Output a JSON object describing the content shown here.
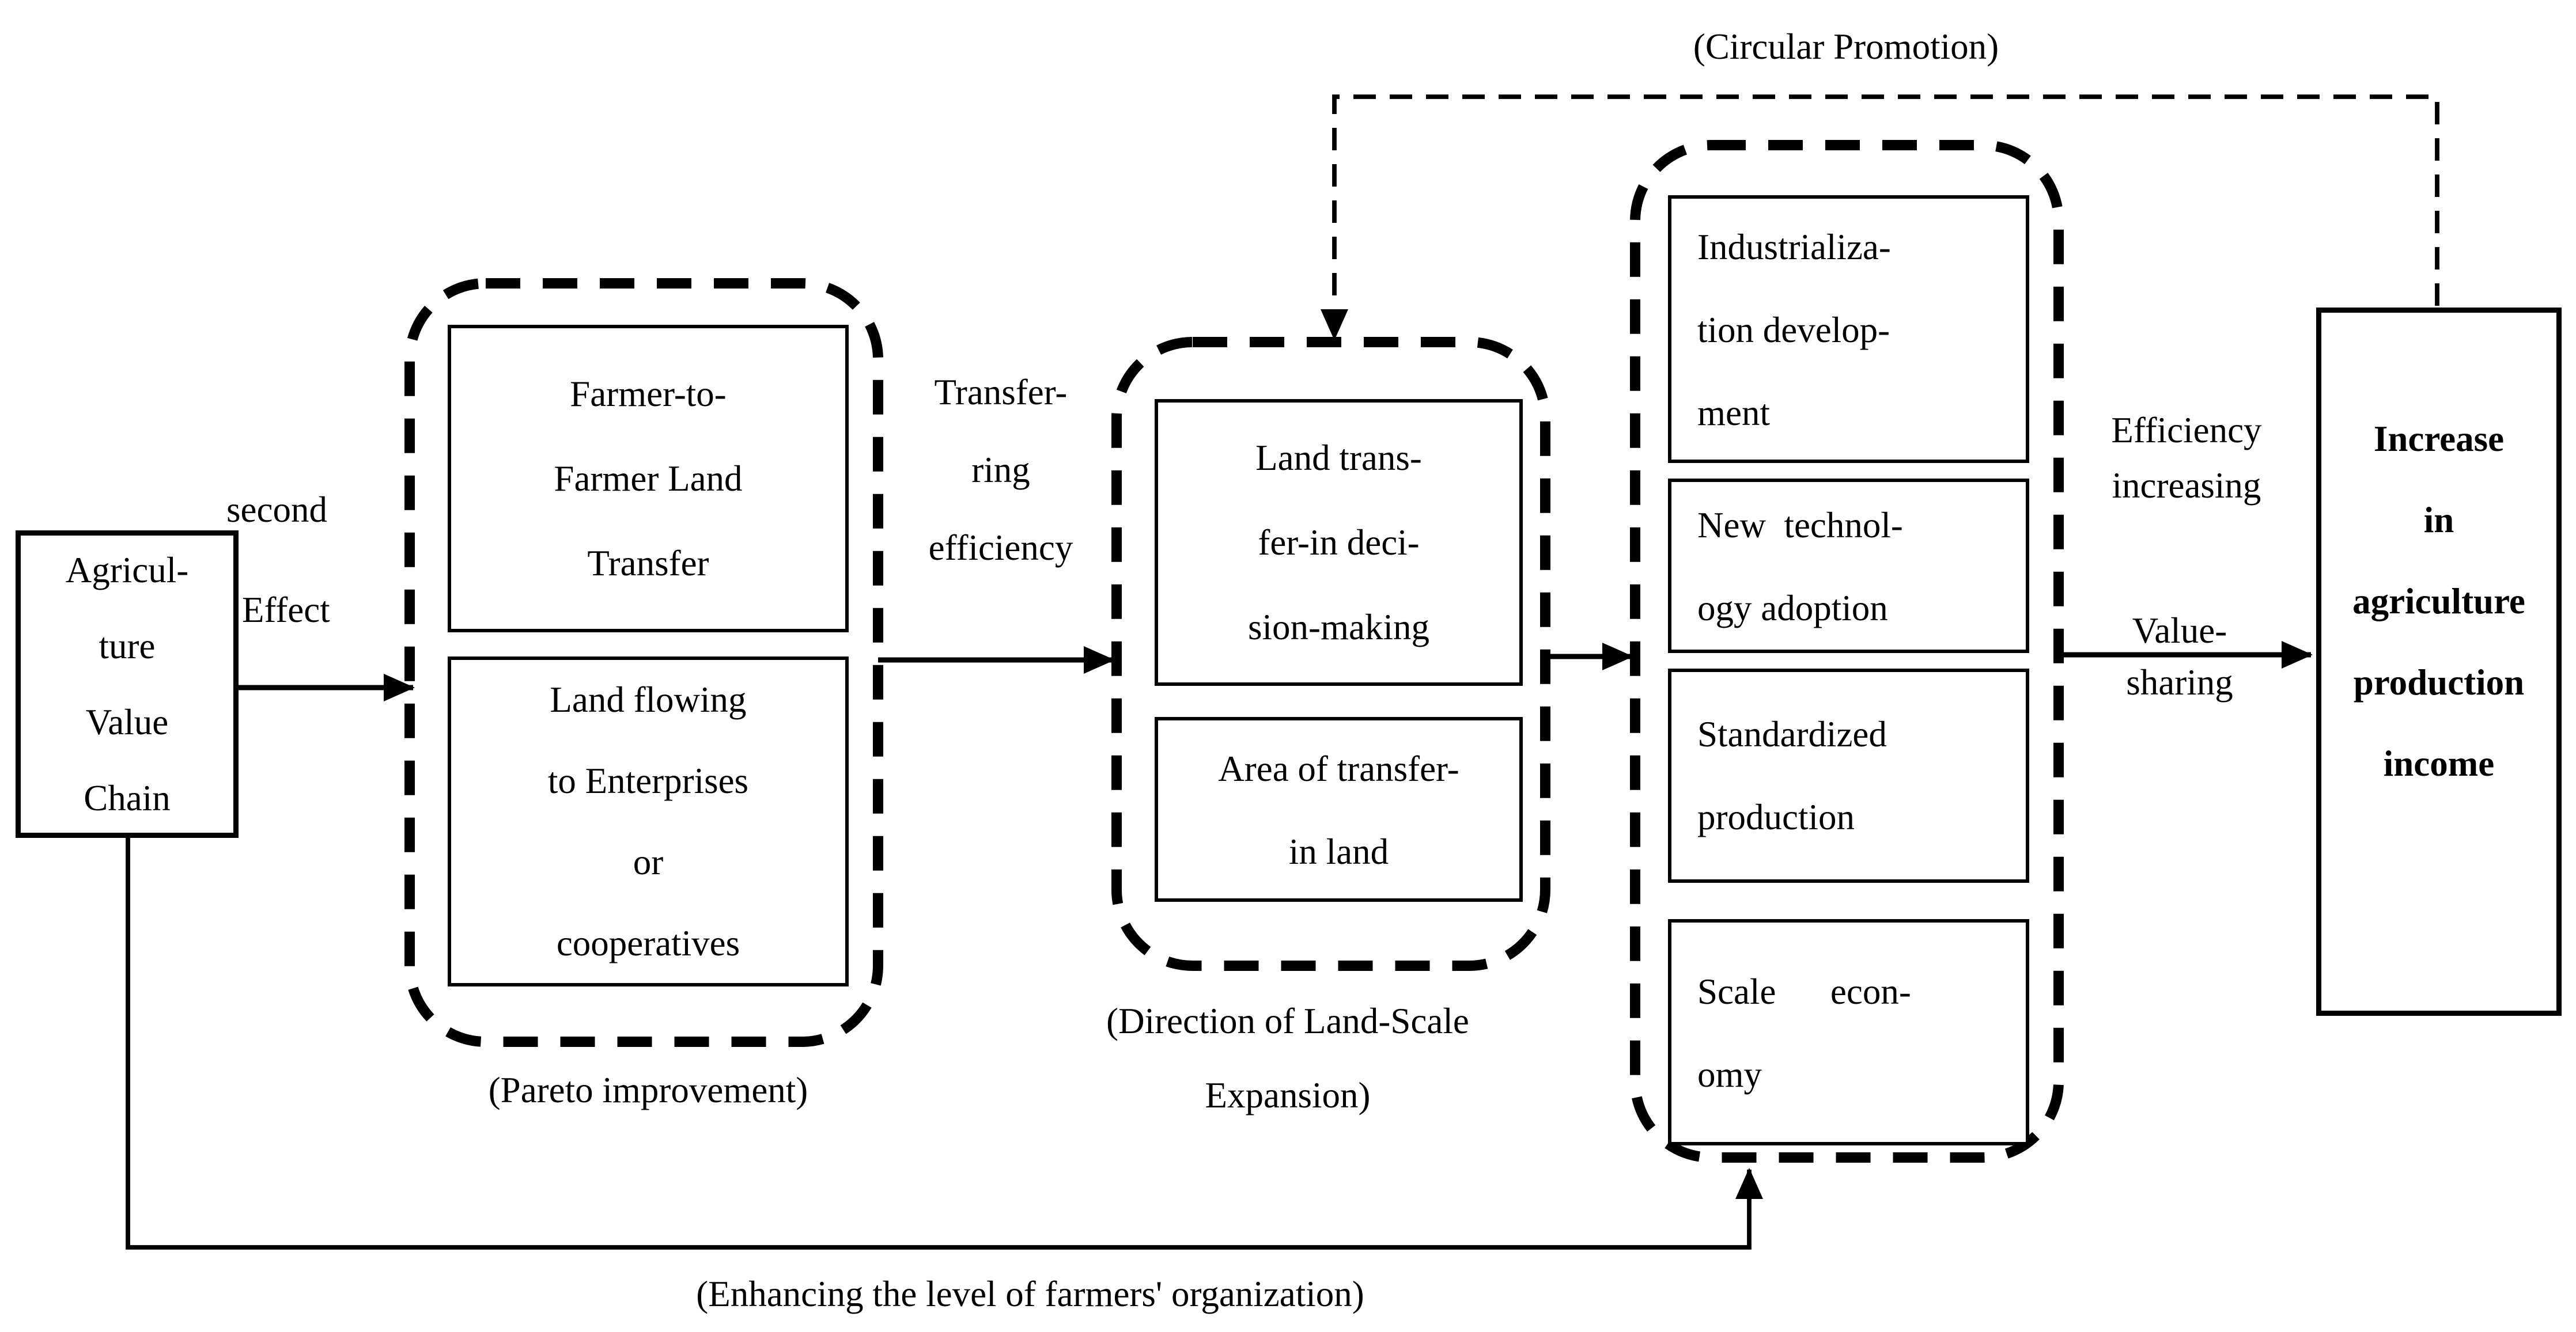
{
  "boxes": {
    "agriculture_value_chain": "Agricul-\nture\nValue\nChain",
    "farmer_to_farmer": "Farmer-to-\nFarmer Land\nTransfer",
    "land_flowing": "Land flowing\nto Enterprises\nor\ncooperatives",
    "land_transfer_in_decision": "Land trans-\nfer-in deci-\nsion-making",
    "area_of_transfer_in_land": "Area of transfer-\nin land",
    "industrialization_development": "Industrializa-\ntion develop-\nment",
    "new_technology_adoption": "New  technol-\nogy adoption",
    "standardized_production": "Standardized\nproduction",
    "scale_economy": "Scale      econ-\nomy",
    "increase_income": "Increase\nin\nagriculture\nproduction\nincome"
  },
  "labels": {
    "second_line1": "second",
    "second_line2": "Effect",
    "transferring_efficiency": "Transfer-\nring\nefficiency",
    "efficiency_increasing": "Efficiency\nincreasing",
    "value_sharing": "Value-\nsharing"
  },
  "captions": {
    "circular_promotion": "(Circular Promotion)",
    "pareto_improvement": "(Pareto improvement)",
    "direction_expansion": "(Direction of Land-Scale\nExpansion)",
    "enhancing_organization": "(Enhancing the level of farmers' organization)"
  },
  "colors": {
    "ink": "#000000",
    "background": "#ffffff"
  }
}
